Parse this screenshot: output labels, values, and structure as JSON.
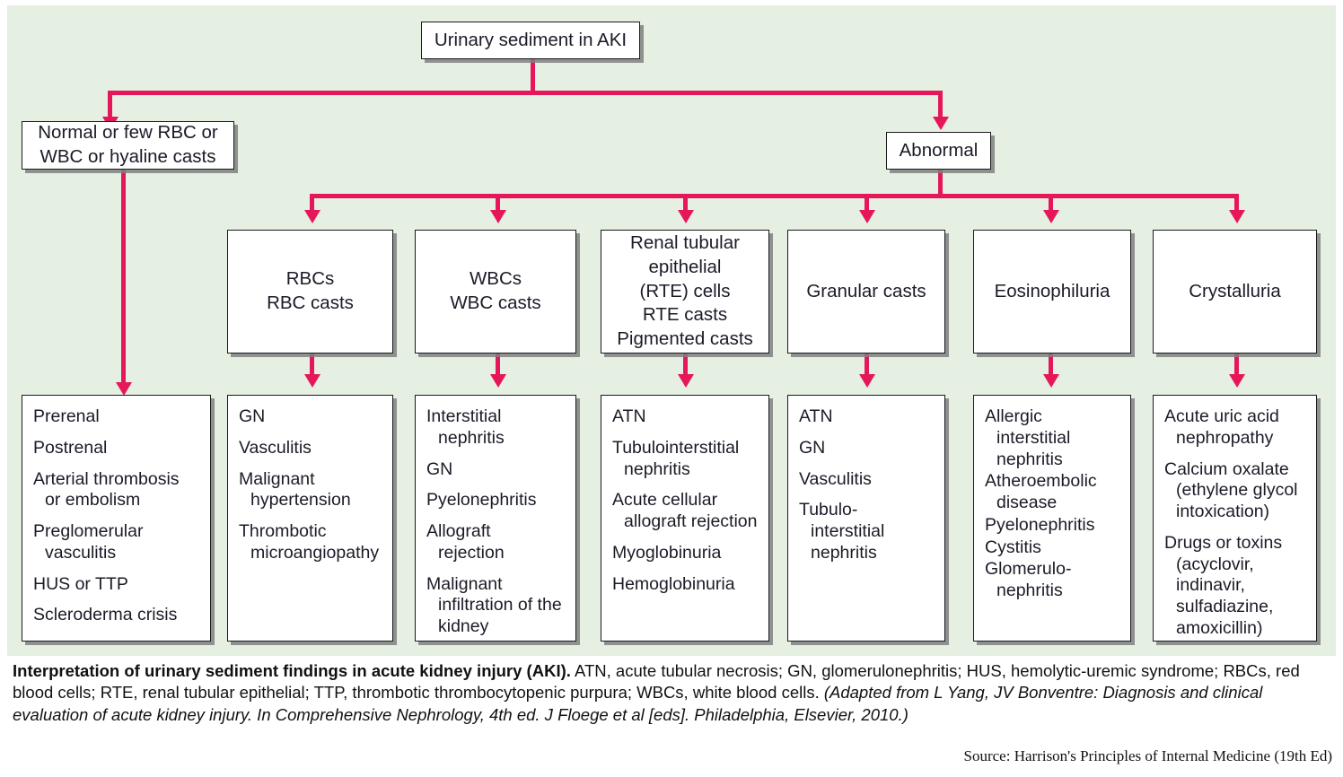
{
  "figure": {
    "background_color": "#e5efe2",
    "connector_color": "#e5175a",
    "box_border_color": "#1a1a1a"
  },
  "nodes": {
    "root": {
      "label": "Urinary sediment in AKI"
    },
    "branch_left": {
      "label": "Normal or few RBC or\nWBC or hyaline casts"
    },
    "branch_right": {
      "label": "Abnormal"
    },
    "categories": [
      {
        "id": "rbc",
        "label": "RBCs\nRBC casts"
      },
      {
        "id": "wbc",
        "label": "WBCs\nWBC casts"
      },
      {
        "id": "rte",
        "label": "Renal tubular\nepithelial\n(RTE) cells\nRTE casts\nPigmented casts"
      },
      {
        "id": "granular",
        "label": "Granular casts"
      },
      {
        "id": "eosinophiluria",
        "label": "Eosinophiluria"
      },
      {
        "id": "crystalluria",
        "label": "Crystalluria"
      }
    ],
    "leaves": [
      {
        "id": "prerenal-group",
        "items": [
          "Prerenal",
          "Postrenal",
          "Arterial thrombosis\nor embolism",
          "Preglomerular\nvasculitis",
          "HUS or TTP",
          "Scleroderma crisis"
        ]
      },
      {
        "id": "rbc-causes",
        "items": [
          "GN",
          "Vasculitis",
          "Malignant\nhypertension",
          "Thrombotic\nmicroangiopathy"
        ]
      },
      {
        "id": "wbc-causes",
        "items": [
          "Interstitial\nnephritis",
          "GN",
          "Pyelonephritis",
          "Allograft\nrejection",
          "Malignant\ninfiltration of the\nkidney"
        ]
      },
      {
        "id": "rte-causes",
        "items": [
          "ATN",
          "Tubulointerstitial\nnephritis",
          "Acute cellular\nallograft rejection",
          "Myoglobinuria",
          "Hemoglobinuria"
        ]
      },
      {
        "id": "granular-causes",
        "items": [
          "ATN",
          "GN",
          "Vasculitis",
          "Tubulo-\ninterstitial\nnephritis"
        ]
      },
      {
        "id": "eosinophiluria-causes",
        "items": [
          "Allergic\ninterstitial\nnephritis",
          "Atheroembolic\ndisease",
          "Pyelonephritis",
          "Cystitis",
          "Glomerulo-\nnephritis"
        ]
      },
      {
        "id": "crystalluria-causes",
        "items": [
          "Acute uric acid\nnephropathy",
          "Calcium oxalate\n(ethylene glycol\nintoxication)",
          "Drugs or toxins\n(acyclovir,\nindinavir,\nsulfadiazine,\namoxicillin)"
        ]
      }
    ]
  },
  "caption": {
    "title": "Interpretation of urinary sediment findings in acute kidney injury (AKI).",
    "abbreviations": " ATN, acute tubular necrosis; GN, glomerulonephritis; HUS, hemolytic-uremic syndrome; RBCs, red blood cells; RTE, renal tubular epithelial; TTP, thrombotic thrombocytopenic purpura; WBCs, white blood cells. ",
    "citation": "(Adapted from L Yang, JV Bonventre: Diagnosis and clinical evaluation of acute kidney injury. In Comprehensive Nephrology, 4th ed. J Floege et al [eds]. Philadelphia, Elsevier, 2010.)",
    "source": "Source: Harrison's Principles of Internal Medicine (19th Ed)"
  }
}
